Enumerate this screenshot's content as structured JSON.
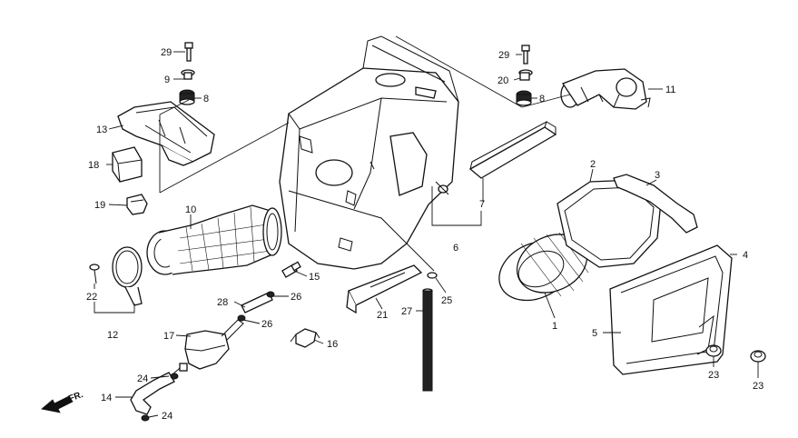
{
  "diagram": {
    "callouts": {
      "p1": "1",
      "p2": "2",
      "p3": "3",
      "p4": "4",
      "p5": "5",
      "p6": "6",
      "p7": "7",
      "p8a": "8",
      "p8b": "8",
      "p9": "9",
      "p10": "10",
      "p11": "11",
      "p12": "12",
      "p13": "13",
      "p14": "14",
      "p15": "15",
      "p16": "16",
      "p17": "17",
      "p18": "18",
      "p19": "19",
      "p20": "20",
      "p21": "21",
      "p22": "22",
      "p23a": "23",
      "p23b": "23",
      "p24a": "24",
      "p24b": "24",
      "p25": "25",
      "p26a": "26",
      "p26b": "26",
      "p27": "27",
      "p28": "28",
      "p29a": "29",
      "p29b": "29"
    },
    "front_arrow_label": "FR."
  }
}
